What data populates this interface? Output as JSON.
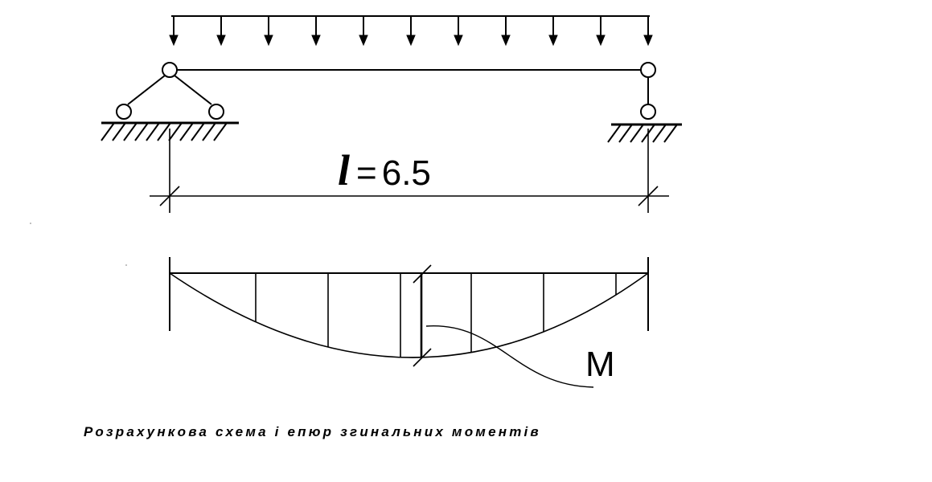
{
  "diagram": {
    "span_symbol": "l",
    "span_equals": "=",
    "span_value": "6.5",
    "moment_label": "M",
    "caption": "Розрахункова схема і епюр згинальних моментів"
  },
  "colors": {
    "ink": "#000000",
    "background": "#ffffff"
  }
}
